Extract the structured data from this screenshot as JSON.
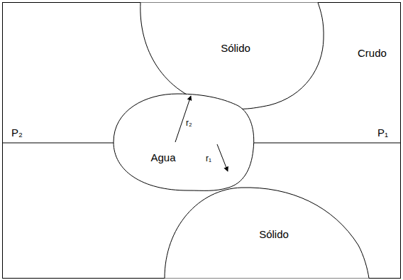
{
  "diagram": {
    "nodes": [
      {
        "text": [
          "Sólido"
        ]
      },
      {
        "text": [
          "Agua"
        ]
      },
      {
        "text": [
          "Sólido"
        ]
      }
    ],
    "labels": [
      "Crudo",
      "P₂",
      "P₁",
      "r₂",
      "r₁"
    ]
  }
}
